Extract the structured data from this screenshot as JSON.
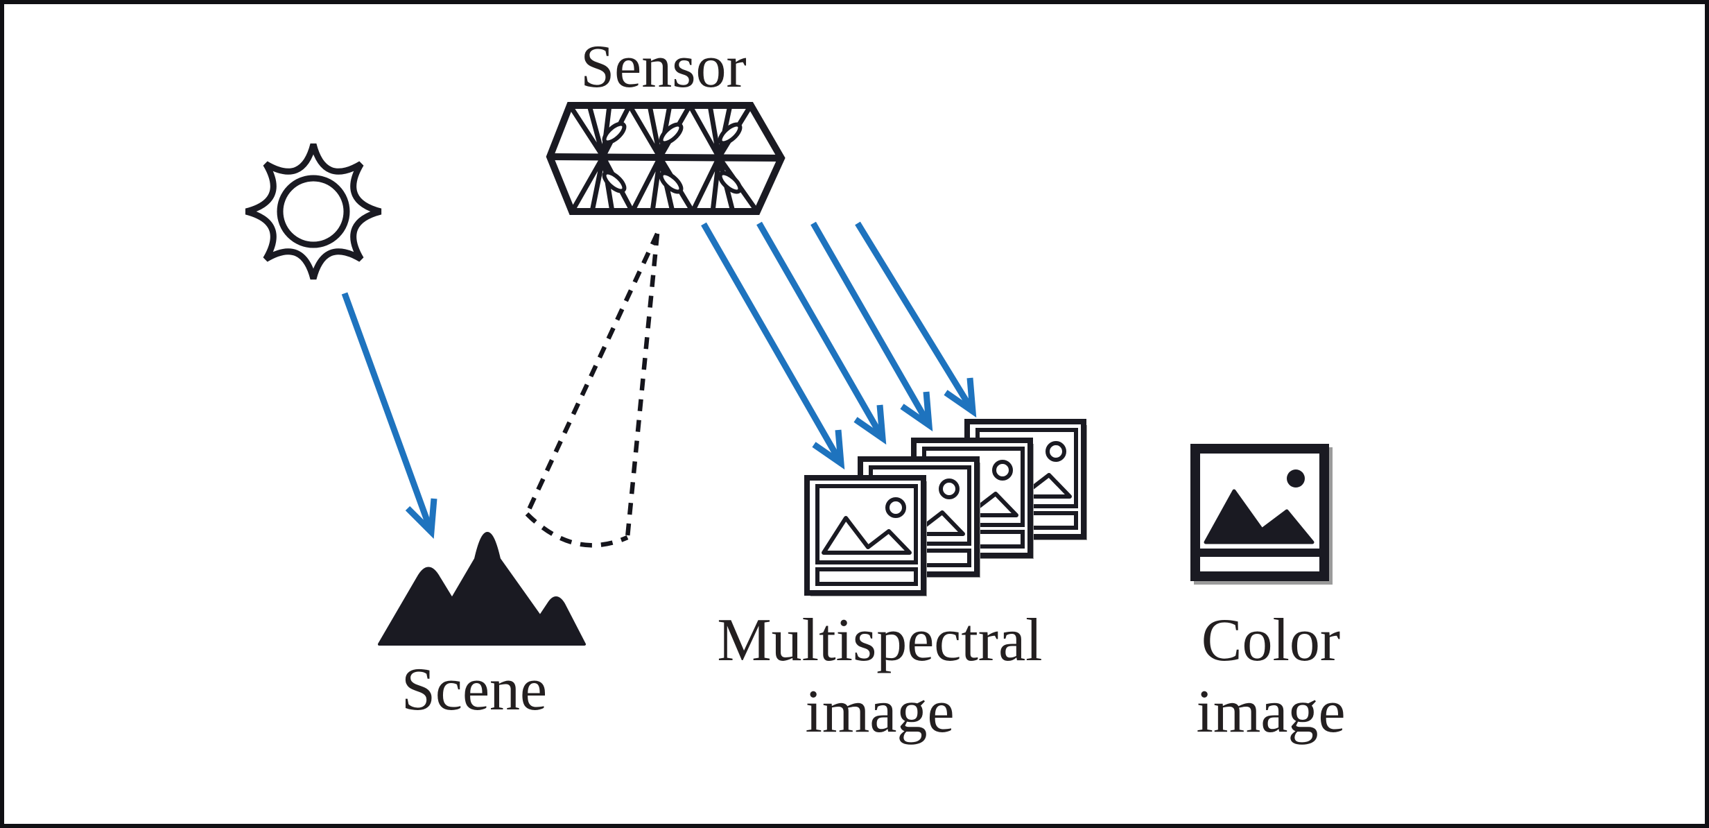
{
  "figure": {
    "type": "diagram",
    "description": "Multispectral image acquisition: sun illuminates a scene, a sensor captures it, producing a stack of multispectral band images, shown beside a single color image",
    "background_color": "#ffffff",
    "frame_border_color": "#101014",
    "ink_color": "#1a1a22",
    "arrow_color": "#1e73be",
    "labels": {
      "sensor": "Sensor",
      "scene": "Scene",
      "multispectral_image": "Multispectral image",
      "color_image": "Color image"
    },
    "icons": [
      {
        "name": "sun-icon",
        "style": "outline, 8-point sun with inner circle"
      },
      {
        "name": "sensor-prism-icon",
        "style": "outline, elongated hexagonal prism with faceted fan pattern, 3 cells x 2 rows"
      },
      {
        "name": "mountain-icon",
        "style": "solid black, three rounded peaks"
      },
      {
        "name": "photo-stack-icon",
        "frame_count": 4,
        "style": "outline photo frames staggered diagonally"
      },
      {
        "name": "color-photo-icon",
        "style": "thick-border photo frame with solid mountains and dot"
      }
    ],
    "arrows": [
      {
        "name": "sun-to-scene",
        "color": "#1e73be",
        "style": "solid, open V head"
      },
      {
        "name": "sensor-to-stack",
        "count": 4,
        "color": "#1e73be",
        "style": "solid parallel, open V heads"
      },
      {
        "name": "sensor-field-of-view",
        "color": "#1a1a22",
        "style": "dashed cone from sensor toward scene"
      }
    ]
  }
}
